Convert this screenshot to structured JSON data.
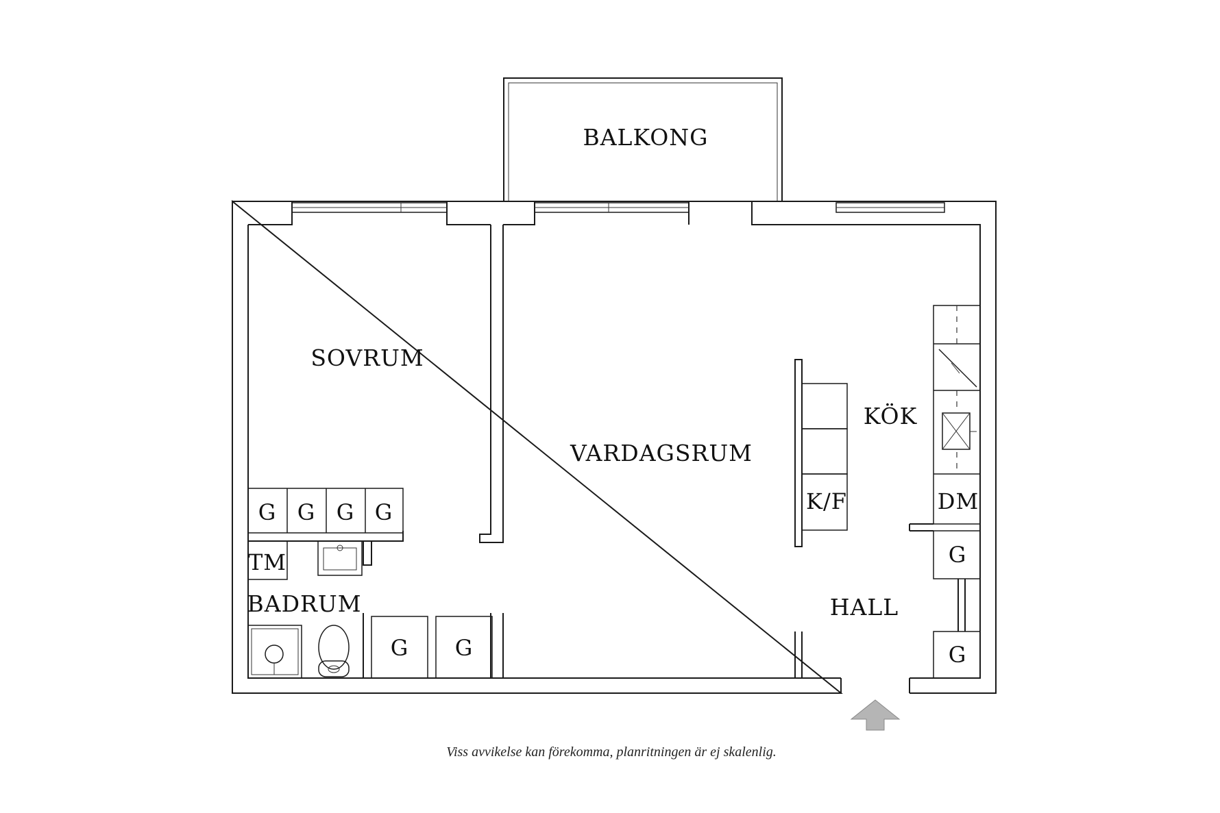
{
  "rooms": {
    "balkong": "BALKONG",
    "sovrum": "SOVRUM",
    "vardagsrum": "VARDAGSRUM",
    "kok": "KÖK",
    "hall": "HALL",
    "badrum": "BADRUM"
  },
  "fixtures": {
    "wardrobe": "G",
    "washer": "TM",
    "fridge_freezer": "K/F",
    "dishwasher": "DM"
  },
  "footnote": "Viss avvikelse kan förekomma, planritningen är ej skalenlig.",
  "colors": {
    "wall": "#1a1a1a",
    "entrance_arrow": "#b5b5b5"
  }
}
